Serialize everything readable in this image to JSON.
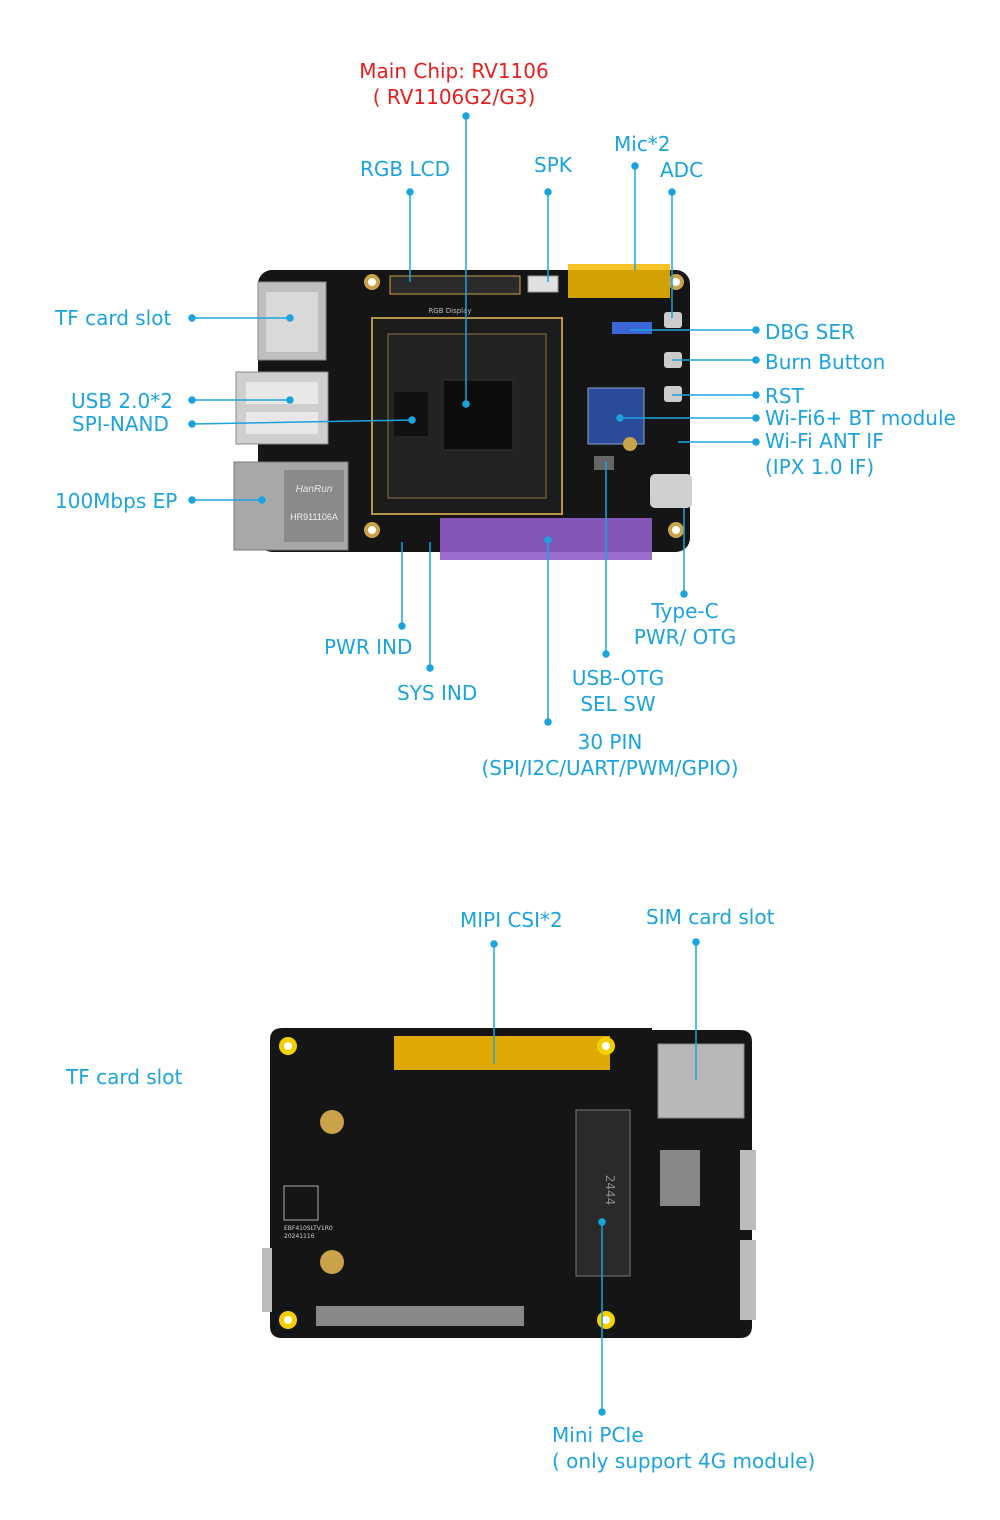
{
  "top_view": {
    "main_chip": {
      "line1": "Main Chip: RV1106",
      "line2": "( RV1106G2/G3)"
    },
    "rgb_lcd": "RGB LCD",
    "spk": "SPK",
    "mic": "Mic*2",
    "adc": "ADC",
    "tf_card_slot": "TF card slot",
    "usb": "USB 2.0*2",
    "spi_nand": "SPI-NAND",
    "ethernet": "100Mbps EP",
    "dbg_ser": "DBG SER",
    "burn_button": "Burn Button",
    "rst": "RST",
    "wifi_module": "Wi-Fi6+ BT module",
    "wifi_ant": {
      "line1": "Wi-Fi ANT IF",
      "line2": "(IPX 1.0 IF)"
    },
    "type_c": {
      "line1": "Type-C",
      "line2": "PWR/ OTG"
    },
    "pwr_ind": "PWR IND",
    "sys_ind": "SYS IND",
    "usb_otg": {
      "line1": "USB-OTG",
      "line2": "SEL SW"
    },
    "pin30": {
      "line1": "30 PIN",
      "line2": "(SPI/I2C/UART/PWM/GPIO)"
    },
    "silkscreen": {
      "rgb_display": "RGB Display",
      "ethernet_brand": "HanRun",
      "ethernet_part": "HR911106A"
    }
  },
  "bottom_view": {
    "mipi": "MIPI CSI*2",
    "sim": "SIM card slot",
    "tf_card_slot": "TF card slot",
    "mini_pcie": {
      "line1": "Mini PCIe",
      "line2": "( only support 4G module)"
    },
    "silkscreen": {
      "board_id": "EBF410SLTV1R0",
      "date": "20241116",
      "pcie_code": "2444"
    }
  },
  "colors": {
    "label_blue": "#1ba3dd",
    "label_red": "#e61e1e",
    "board": "#151515",
    "highlight_yellow": "#f5b800",
    "highlight_purple": "#8e5cc9",
    "highlight_blue": "#3a66d8"
  }
}
